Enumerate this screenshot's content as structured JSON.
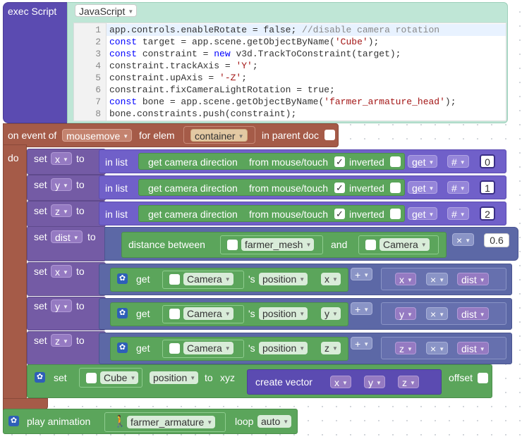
{
  "exec_script": {
    "label": "exec Script",
    "lang": "JavaScript",
    "lines": [
      {
        "n": "1",
        "parts": [
          [
            "t",
            "app.controls.enableRotate = false; "
          ],
          [
            "cm",
            "//disable camera rotation"
          ]
        ]
      },
      {
        "n": "2",
        "parts": [
          [
            "kw",
            "const"
          ],
          [
            "t",
            " target = app.scene.getObjectByName("
          ],
          [
            "str",
            "'Cube'"
          ],
          [
            "t",
            ");"
          ]
        ]
      },
      {
        "n": "3",
        "parts": [
          [
            "kw",
            "const"
          ],
          [
            "t",
            " constraint = "
          ],
          [
            "kw",
            "new"
          ],
          [
            "t",
            " v3d.TrackToConstraint(target);"
          ]
        ]
      },
      {
        "n": "4",
        "parts": [
          [
            "t",
            "constraint.trackAxis = "
          ],
          [
            "str",
            "'Y'"
          ],
          [
            "t",
            ";"
          ]
        ]
      },
      {
        "n": "5",
        "parts": [
          [
            "t",
            "constraint.upAxis = "
          ],
          [
            "str",
            "'-Z'"
          ],
          [
            "t",
            ";"
          ]
        ]
      },
      {
        "n": "6",
        "parts": [
          [
            "t",
            "constraint.fixCameraLightRotation = true;"
          ]
        ]
      },
      {
        "n": "7",
        "parts": [
          [
            "kw",
            "const"
          ],
          [
            "t",
            " bone = app.scene.getObjectByName("
          ],
          [
            "str",
            "'farmer_armature_head'"
          ],
          [
            "t",
            ");"
          ]
        ]
      },
      {
        "n": "8",
        "parts": [
          [
            "t",
            "bone.constraints.push(constraint);"
          ]
        ]
      }
    ]
  },
  "event": {
    "on_event_of": "on event of",
    "event": "mousemove",
    "for_elem": "for elem",
    "elem": "container",
    "in_parent_doc": "in parent doc",
    "do": "do"
  },
  "common": {
    "set": "set",
    "to": "to",
    "in_list": "in list",
    "get_cam_dir": "get camera direction",
    "from_mouse": "from mouse/touch",
    "inverted": "inverted",
    "get": "get",
    "hash": "#",
    "check": "✓",
    "distance_between": "distance between",
    "and": "and",
    "get_word": "get",
    "s_pos": "'s",
    "position": "position",
    "plus": "+",
    "times": "×",
    "offset": "offset",
    "create_vector": "create vector",
    "to_xyz": "xyz"
  },
  "rows": [
    {
      "var": "x",
      "index": "0"
    },
    {
      "var": "y",
      "index": "1"
    },
    {
      "var": "z",
      "index": "2"
    }
  ],
  "dist": {
    "var": "dist",
    "obj1": "farmer_mesh",
    "obj2": "Camera",
    "mult": "0.6"
  },
  "pos_rows": [
    {
      "var": "x",
      "obj": "Camera",
      "axis": "x",
      "a": "x",
      "b": "dist"
    },
    {
      "var": "y",
      "obj": "Camera",
      "axis": "y",
      "a": "y",
      "b": "dist"
    },
    {
      "var": "z",
      "obj": "Camera",
      "axis": "z",
      "a": "z",
      "b": "dist"
    }
  ],
  "set_pos": {
    "obj": "Cube",
    "prop": "position",
    "to": "to",
    "vec": [
      "x",
      "y",
      "z"
    ]
  },
  "play": {
    "label": "play animation",
    "obj": "farmer_armature",
    "loop": "loop",
    "mode": "auto"
  }
}
